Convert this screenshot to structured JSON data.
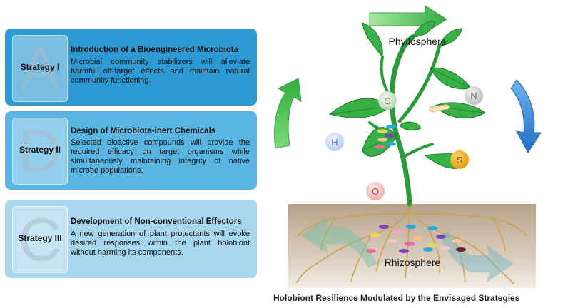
{
  "strategies": [
    {
      "letter": "A",
      "name": "Strategy I",
      "title": "Introduction of a Bioengineered Microbiota",
      "description": "Microbial community stabilizers will alleviate harmful off-target effects and maintain natural community functioning."
    },
    {
      "letter": "D",
      "name": "Strategy II",
      "title": "Design of Microbiota-inert Chemicals",
      "description": "Selected bioactive compounds will provide the required efficacy on target organisms while simultaneously maintaining integrity of native microbe populations."
    },
    {
      "letter": "C",
      "name": "Strategy III",
      "title": "Development of Non-conventional Effectors",
      "description": "A new generation of plant protectants will evoke desired responses within the plant holobiont without harming its components."
    }
  ],
  "diagram": {
    "phyllosphere_label": "Phyllosphere",
    "rhizosphere_label": "Rhizosphere",
    "elements": [
      "C",
      "N",
      "H",
      "S",
      "O"
    ],
    "caption": "Holobiont Resilience Modulated by the Envisaged Strategies"
  },
  "colors": {
    "panel_a": "#2e9ad3",
    "panel_b": "#5ab5e2",
    "panel_c": "#a7d6ef",
    "arrow_green": "#4cc45a",
    "arrow_blue": "#2a7fd4",
    "leaf": "#2aa43a",
    "soil": "#c9b9a7"
  }
}
